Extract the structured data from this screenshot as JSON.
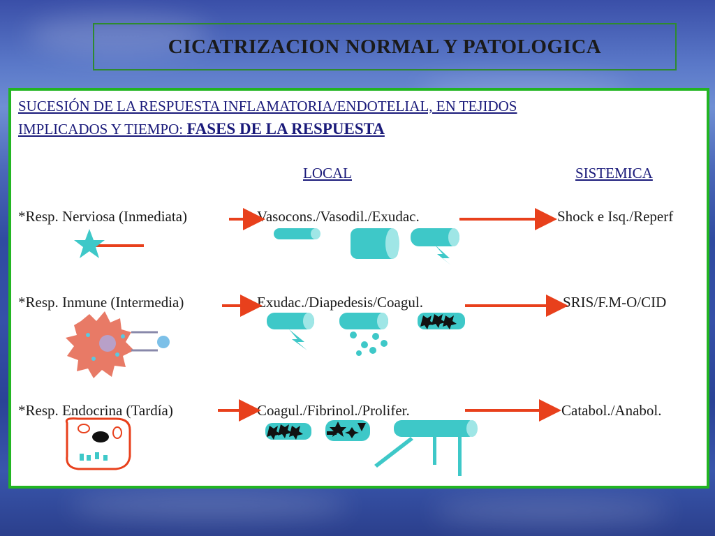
{
  "title": "CICATRIZACION NORMAL Y PATOLOGICA",
  "subtitle": {
    "line1": "SUCESIÓN DE LA RESPUESTA INFLAMATORIA/ENDOTELIAL, EN TEJIDOS ",
    "line2_a": "IMPLICADOS Y TIEMPO:  ",
    "line2_b": "FASES DE LA RESPUESTA"
  },
  "columns": {
    "local": "LOCAL ",
    "systemic": "SISTEMICA"
  },
  "rows": [
    {
      "label": "*Resp. Nerviosa (Inmediata)",
      "local": "Vasocons./Vasodil./Exudac.",
      "systemic": "Shock e Isq./Reperf"
    },
    {
      "label": "*Resp. Inmune (Intermedia)",
      "local": "Exudac./Diapedesis/Coagul.",
      "systemic": "SRIS/F.M-O/CID"
    },
    {
      "label": "*Resp. Endocrina (Tardía)",
      "local": "Coagul./Fibrinol./Prolifer.",
      "systemic": "Catabol./Anabol."
    }
  ],
  "colors": {
    "arrow": "#e8401c",
    "vessel": "#3ec8c8",
    "panel_border": "#22b522",
    "title_border": "#2e8b2e"
  }
}
